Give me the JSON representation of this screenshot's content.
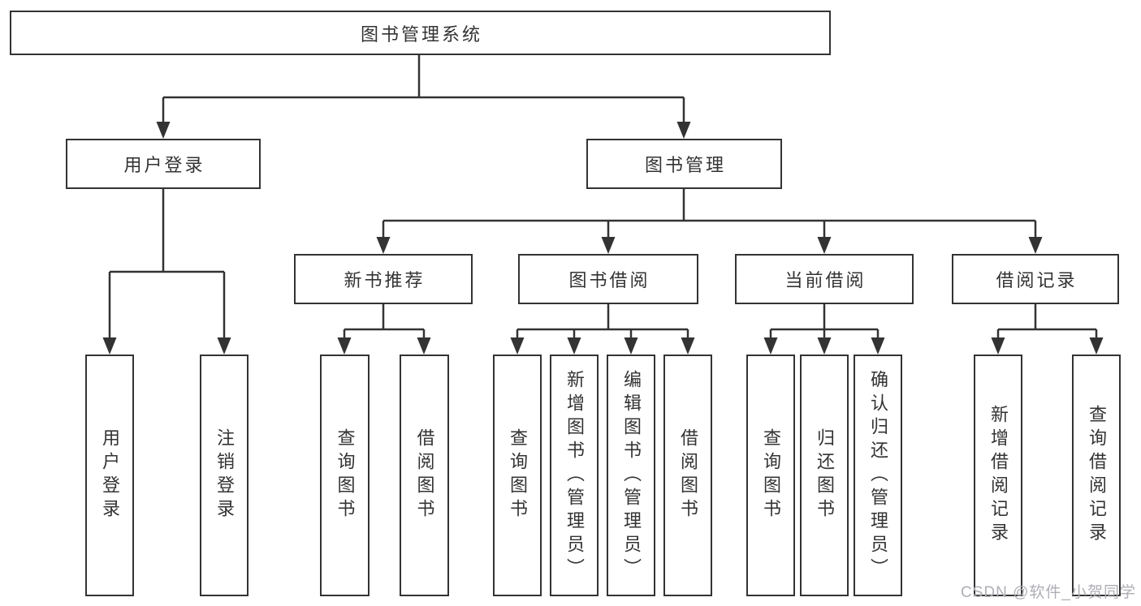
{
  "diagram": {
    "root_label": "图书管理系统",
    "level2": [
      "用户登录",
      "图书管理"
    ],
    "level3": [
      "新书推荐",
      "图书借阅",
      "当前借阅",
      "借阅记录"
    ],
    "leaves": {
      "user_login": [
        "用户登录",
        "注销登录"
      ],
      "new_book_recommend": [
        "查询图书",
        "借阅图书"
      ],
      "book_borrow": [
        "查询图书",
        "新增图书（管理员）",
        "编辑图书（管理员）",
        "借阅图书"
      ],
      "current_borrow": [
        "查询图书",
        "归还图书",
        "确认归还（管理员）"
      ],
      "borrow_records": [
        "新增借阅记录",
        "查询借阅记录"
      ]
    },
    "colors": {
      "line": "#333333",
      "box_border": "#333333",
      "text": "#333333",
      "background": "#ffffff",
      "watermark": "#aeaeb6"
    }
  },
  "watermark": {
    "text": "CSDN @软件_小贺同学"
  }
}
